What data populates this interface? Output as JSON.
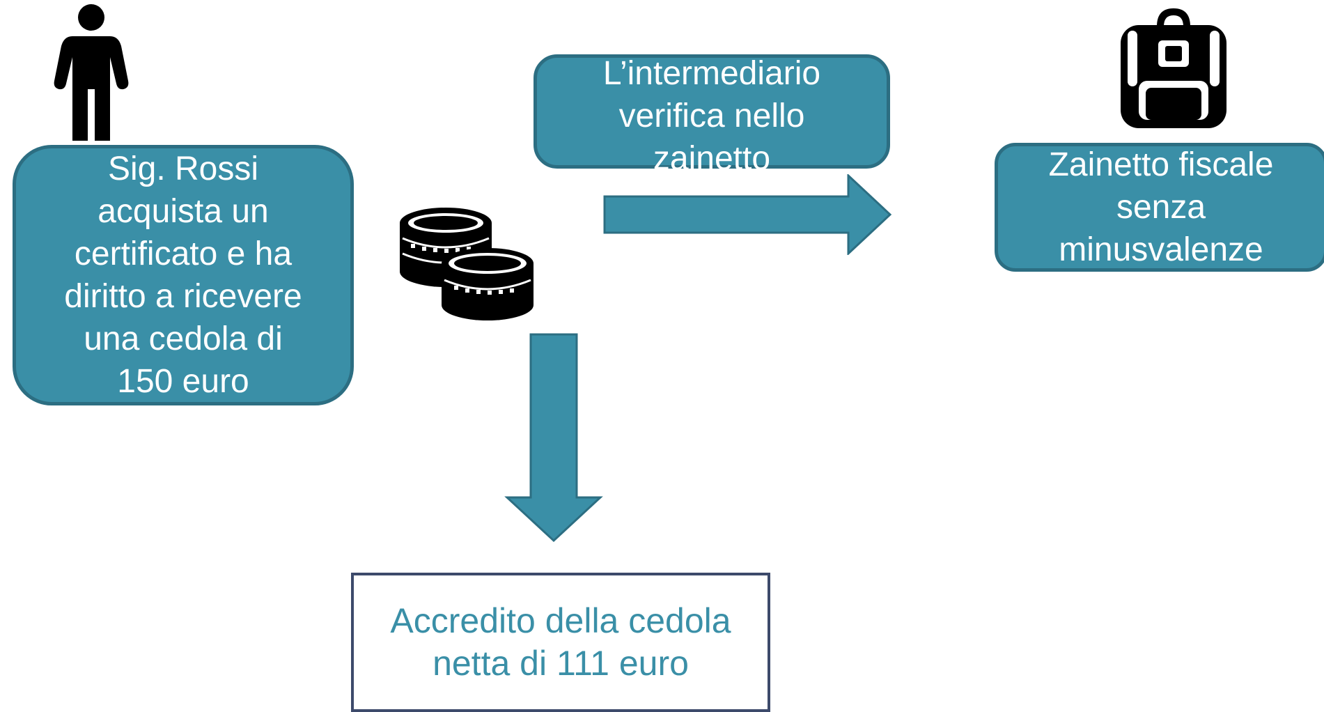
{
  "colors": {
    "teal": "#3a8fa7",
    "teal_dark": "#2c6e82",
    "teal_text": "#3a8fa7",
    "navy": "#3d4a6b",
    "icon": "#000000",
    "background": "#ffffff"
  },
  "nodes": {
    "rossi": "Sig. Rossi\nacquista un\ncertificato e ha\ndiritto a ricevere\nuna cedola di\n150 euro",
    "intermediario": "L’intermediario\nverifica nello\nzainetto",
    "zainetto": "Zainetto fiscale\nsenza\nminusvalenze",
    "accredito": "Accredito della cedola\nnetta di 111 euro"
  },
  "icons": {
    "person": "person-icon",
    "coins": "coins-icon",
    "backpack": "backpack-icon"
  },
  "arrows": {
    "right": "arrow-right",
    "down": "arrow-down"
  }
}
